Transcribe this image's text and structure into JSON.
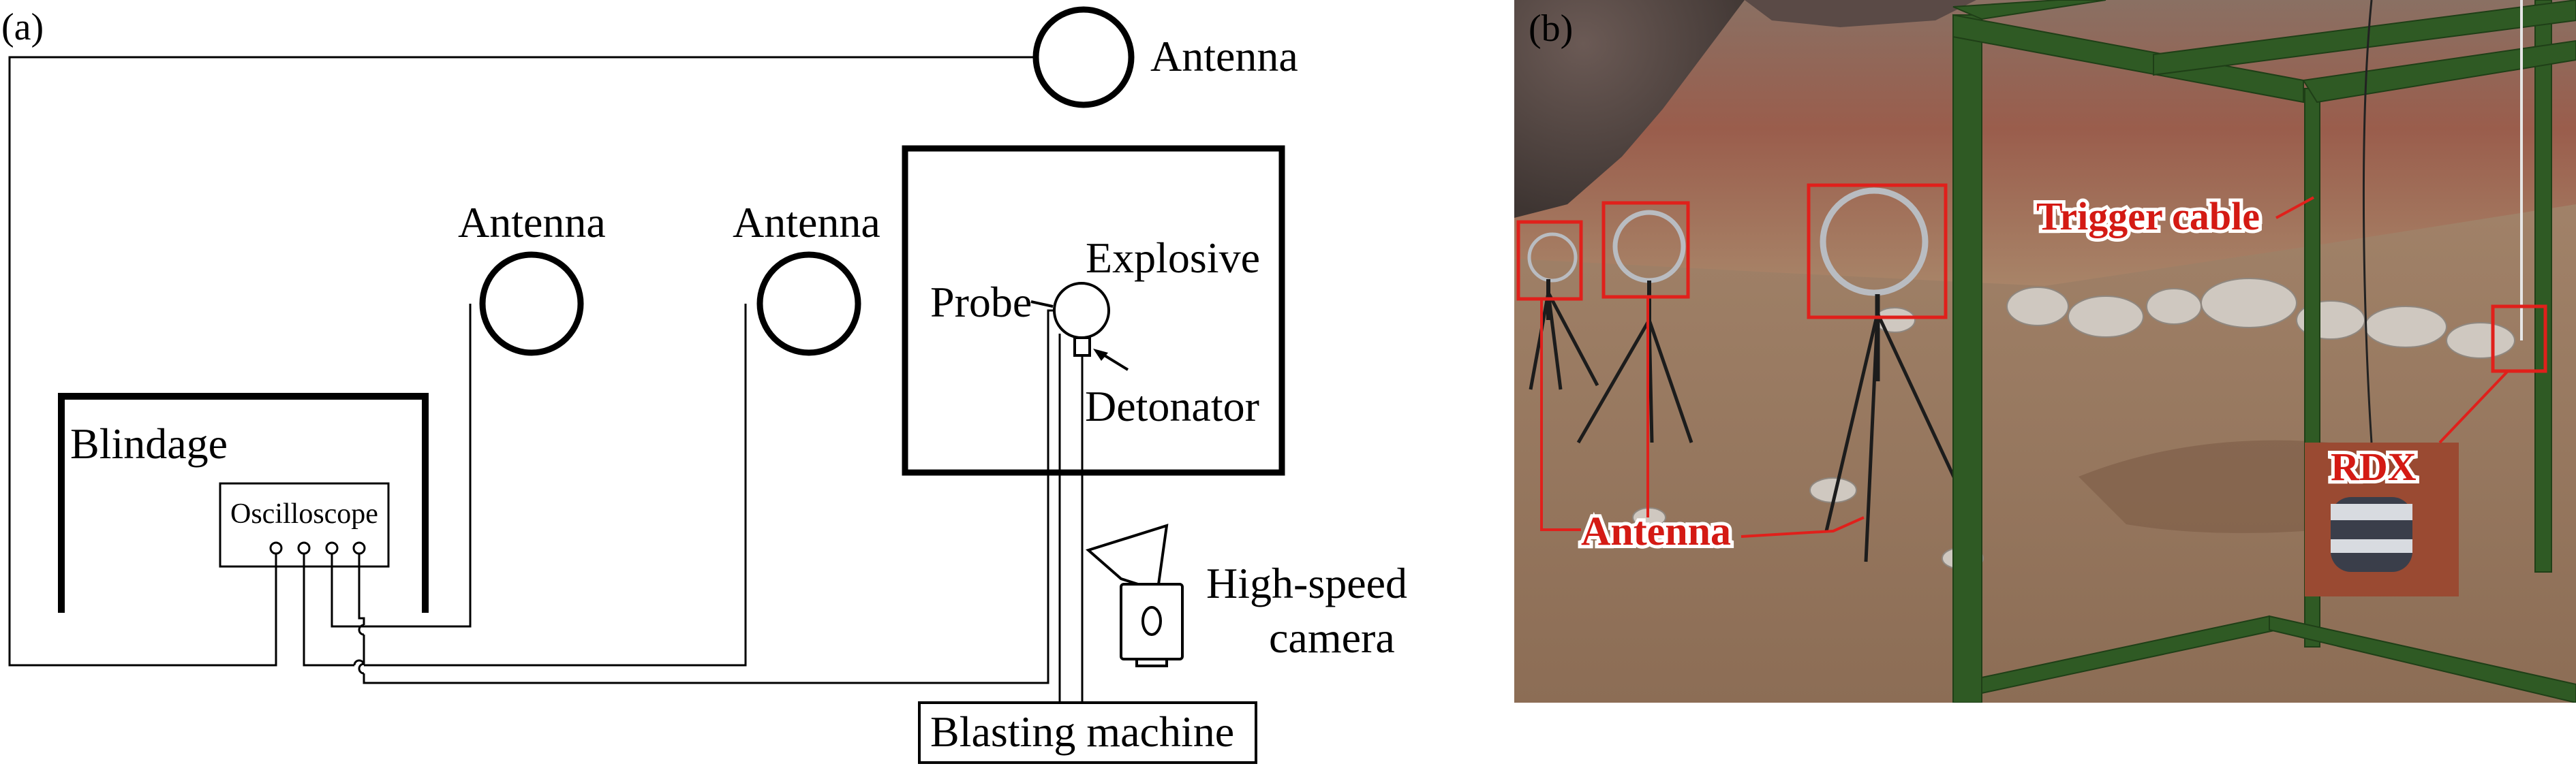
{
  "panel_a": {
    "tag": "(a)",
    "antenna_labels": [
      "Antenna",
      "Antenna",
      "Antenna"
    ],
    "explosive": "Explosive",
    "probe": "Probe",
    "detonator": "Detonator",
    "blindage": "Blindage",
    "oscilloscope": "Oscilloscope",
    "camera_line1": "High-speed",
    "camera_line2": "camera",
    "blasting_machine": "Blasting machine"
  },
  "panel_b": {
    "tag": "(b)",
    "trigger_cable": "Trigger cable",
    "antenna": "Antenna",
    "rdx": "RDX"
  },
  "colors": {
    "line": "#000000",
    "annotation_red": "#e0201b",
    "label_text_red": "#d41a14",
    "label_halo": "#ffffff",
    "frame_green": "#2f5a24",
    "ground": "#9a7a5e",
    "slope": "#8a5a48"
  }
}
